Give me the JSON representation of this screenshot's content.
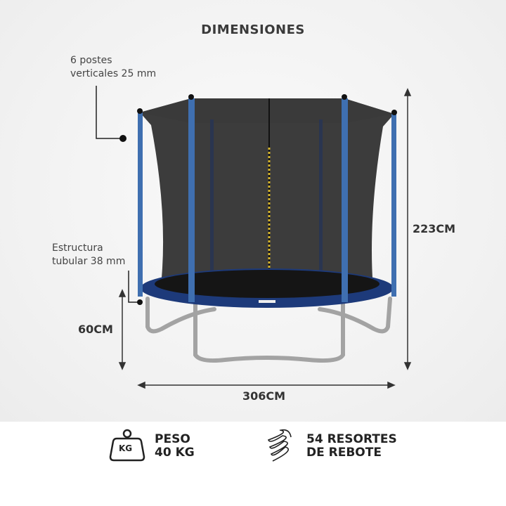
{
  "title": "DIMENSIONES",
  "annotations": {
    "posts_line1": "6 postes",
    "posts_line2": "verticales 25 mm",
    "frame_line1": "Estructura",
    "frame_line2": "tubular 38 mm"
  },
  "dimensions": {
    "height_total": "223CM",
    "height_frame": "60CM",
    "diameter": "306CM"
  },
  "features": [
    {
      "icon": "weight-icon",
      "icon_text": "KG",
      "line1": "PESO",
      "line2": "40 KG"
    },
    {
      "icon": "spring-icon",
      "line1": "54 RESORTES",
      "line2": "DE REBOTE"
    }
  ],
  "colors": {
    "pad": "#1d3a7a",
    "post": "#3f6fb0",
    "net": "#2a2a2a",
    "legs": "#a9a9a9"
  }
}
